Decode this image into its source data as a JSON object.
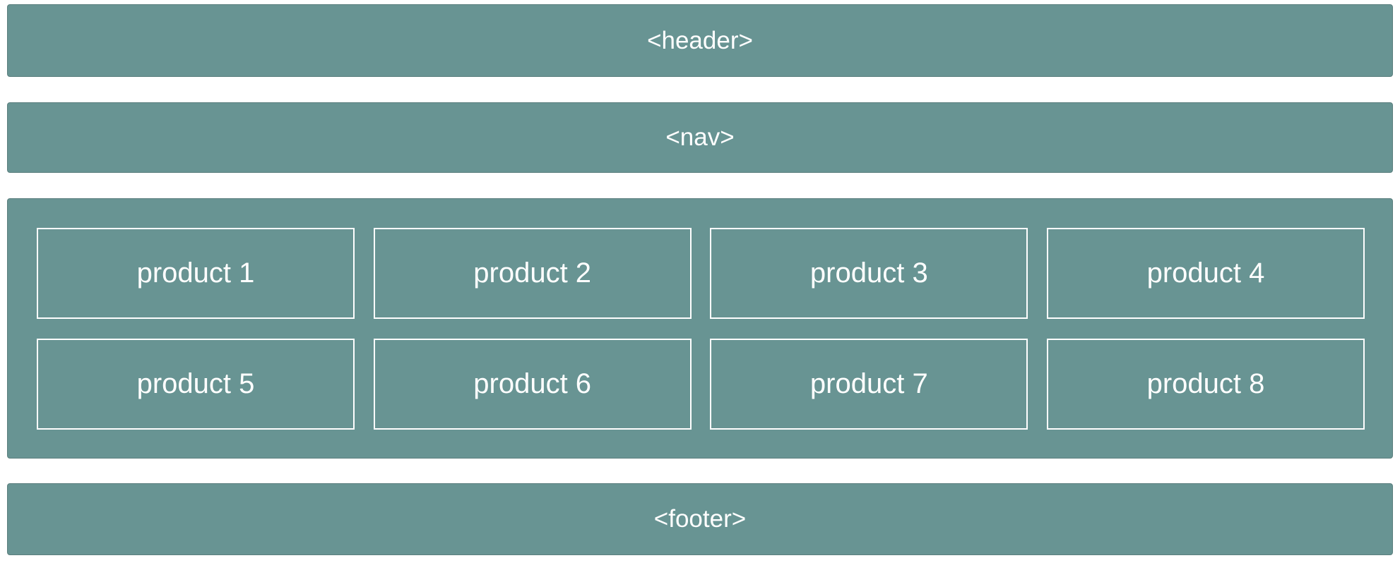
{
  "header": {
    "label": "<header>"
  },
  "nav": {
    "label": "<nav>"
  },
  "main": {
    "products": [
      {
        "label": "product 1"
      },
      {
        "label": "product 2"
      },
      {
        "label": "product 3"
      },
      {
        "label": "product 4"
      },
      {
        "label": "product 5"
      },
      {
        "label": "product 6"
      },
      {
        "label": "product 7"
      },
      {
        "label": "product 8"
      }
    ]
  },
  "footer": {
    "label": "<footer>"
  },
  "colors": {
    "band_background": "#689493",
    "card_border": "#ffffff",
    "text": "#ffffff",
    "page_background": "#ffffff"
  }
}
